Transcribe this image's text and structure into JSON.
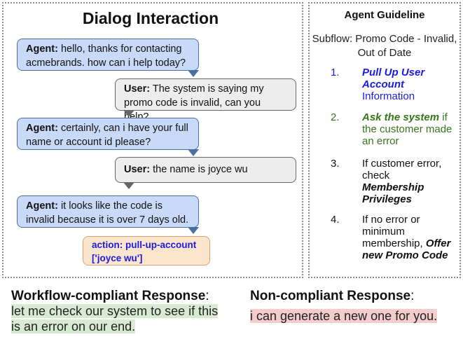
{
  "dialog": {
    "title": "Dialog Interaction",
    "turns": [
      {
        "speaker": "Agent:",
        "text": " hello, thanks for contacting acmebrands. how can i help today?"
      },
      {
        "speaker": "User:",
        "text": " The system is saying my promo code is invalid,  can you help?"
      },
      {
        "speaker": "Agent:",
        "text": " certainly, can i have your full name or account id please?"
      },
      {
        "speaker": "User:",
        "text": " the name is joyce wu"
      },
      {
        "speaker": "Agent:",
        "text": " it looks like the code is invalid because it is over 7 days old."
      }
    ],
    "action": {
      "line1": "action: pull-up-account",
      "line2": "['joyce wu']"
    }
  },
  "guideline": {
    "title": "Agent Guideline",
    "subflow": "Subflow: Promo Code - Invalid, Out of Date",
    "steps": [
      {
        "num": "1.",
        "emph": "Pull Up User Account",
        "rest": " Information",
        "color": "#1a1ae6"
      },
      {
        "num": "2.",
        "emph": "Ask the system",
        "rest": " if the customer made an error",
        "color": "#38761d"
      },
      {
        "num": "3.",
        "pre": "If customer error, check ",
        "emph": "Membership Privileges",
        "color": "#111111"
      },
      {
        "num": "4.",
        "pre": "If no error or minimum membership, ",
        "emph": "Offer new Promo Code",
        "color": "#111111"
      }
    ]
  },
  "responses": {
    "compliant": {
      "label": "Workflow-compliant Response",
      "colon": ":",
      "text": "let me check our system to see if this is an error on our end.",
      "highlight": "#d9ead3"
    },
    "noncompliant": {
      "label": "Non-compliant Response",
      "colon": ":",
      "text": "i can generate a new one for you.",
      "highlight": "#f4cccc"
    }
  }
}
